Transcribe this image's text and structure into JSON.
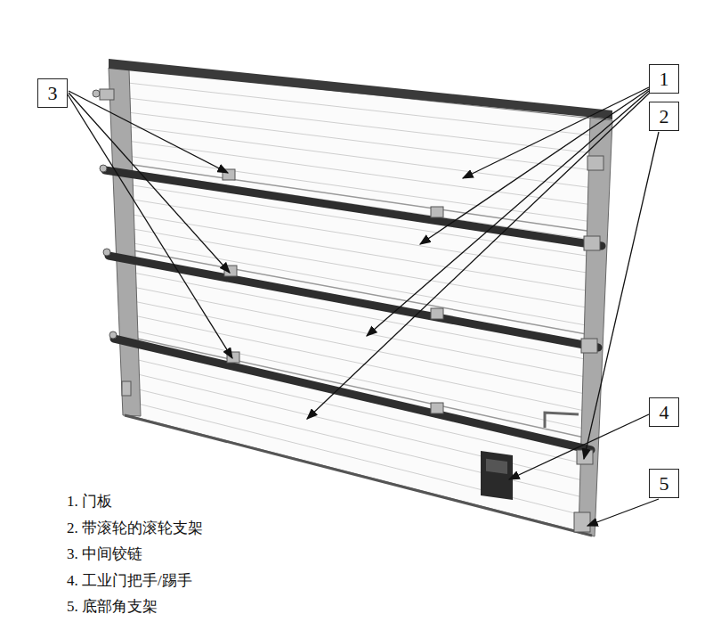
{
  "diagram": {
    "nodes": [
      {
        "text": [
          "3"
        ]
      },
      {
        "text": [
          "1"
        ]
      },
      {
        "text": [
          "2"
        ]
      },
      {
        "text": [
          "4"
        ]
      },
      {
        "text": [
          "5"
        ]
      }
    ],
    "labels": [
      "1. 门板",
      "2. 带滚轮的滚轮支架",
      "3. 中间铰链",
      "4. 工业门把手/踢手",
      "5. 底部角支架"
    ]
  }
}
